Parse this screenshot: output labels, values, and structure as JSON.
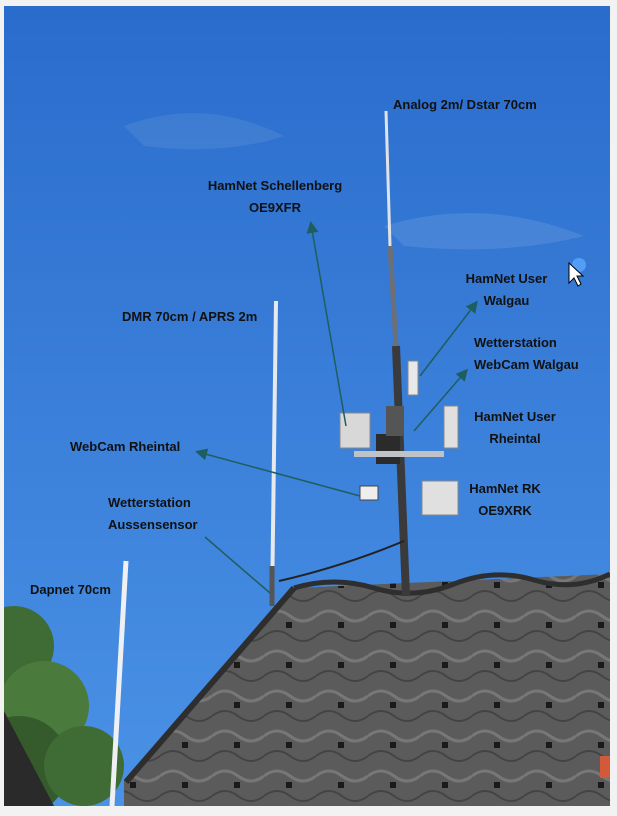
{
  "colors": {
    "sky_top": "#2a6ccc",
    "sky_bottom": "#4a92e6",
    "roof": "#5a5a5a",
    "roof_dark": "#3a3a3a",
    "mast": "#3c3c3c",
    "antenna_white": "#e6e9ee",
    "arrow": "#1f5e5e",
    "foliage": "#3f6b34"
  },
  "labels": {
    "analog": "Analog 2m/ Dstar 70cm",
    "hamnet_schellenberg_1": "HamNet Schellenberg",
    "hamnet_schellenberg_2": "OE9XFR",
    "hamnet_user_walgau_1": "HamNet User",
    "hamnet_user_walgau_2": "Walgau",
    "dmr": "DMR  70cm / APRS 2m",
    "wetter_webcam_1": "Wetterstation",
    "wetter_webcam_2": "WebCam Walgau",
    "hamnet_user_rheintal_1": "HamNet User",
    "hamnet_user_rheintal_2": "Rheintal",
    "webcam_rheintal": "WebCam Rheintal",
    "hamnet_rk_1": "HamNet RK",
    "hamnet_rk_2": "OE9XRK",
    "wetter_aussen_1": "Wetterstation",
    "wetter_aussen_2": "Aussensensor",
    "dapnet": "Dapnet 70cm"
  }
}
